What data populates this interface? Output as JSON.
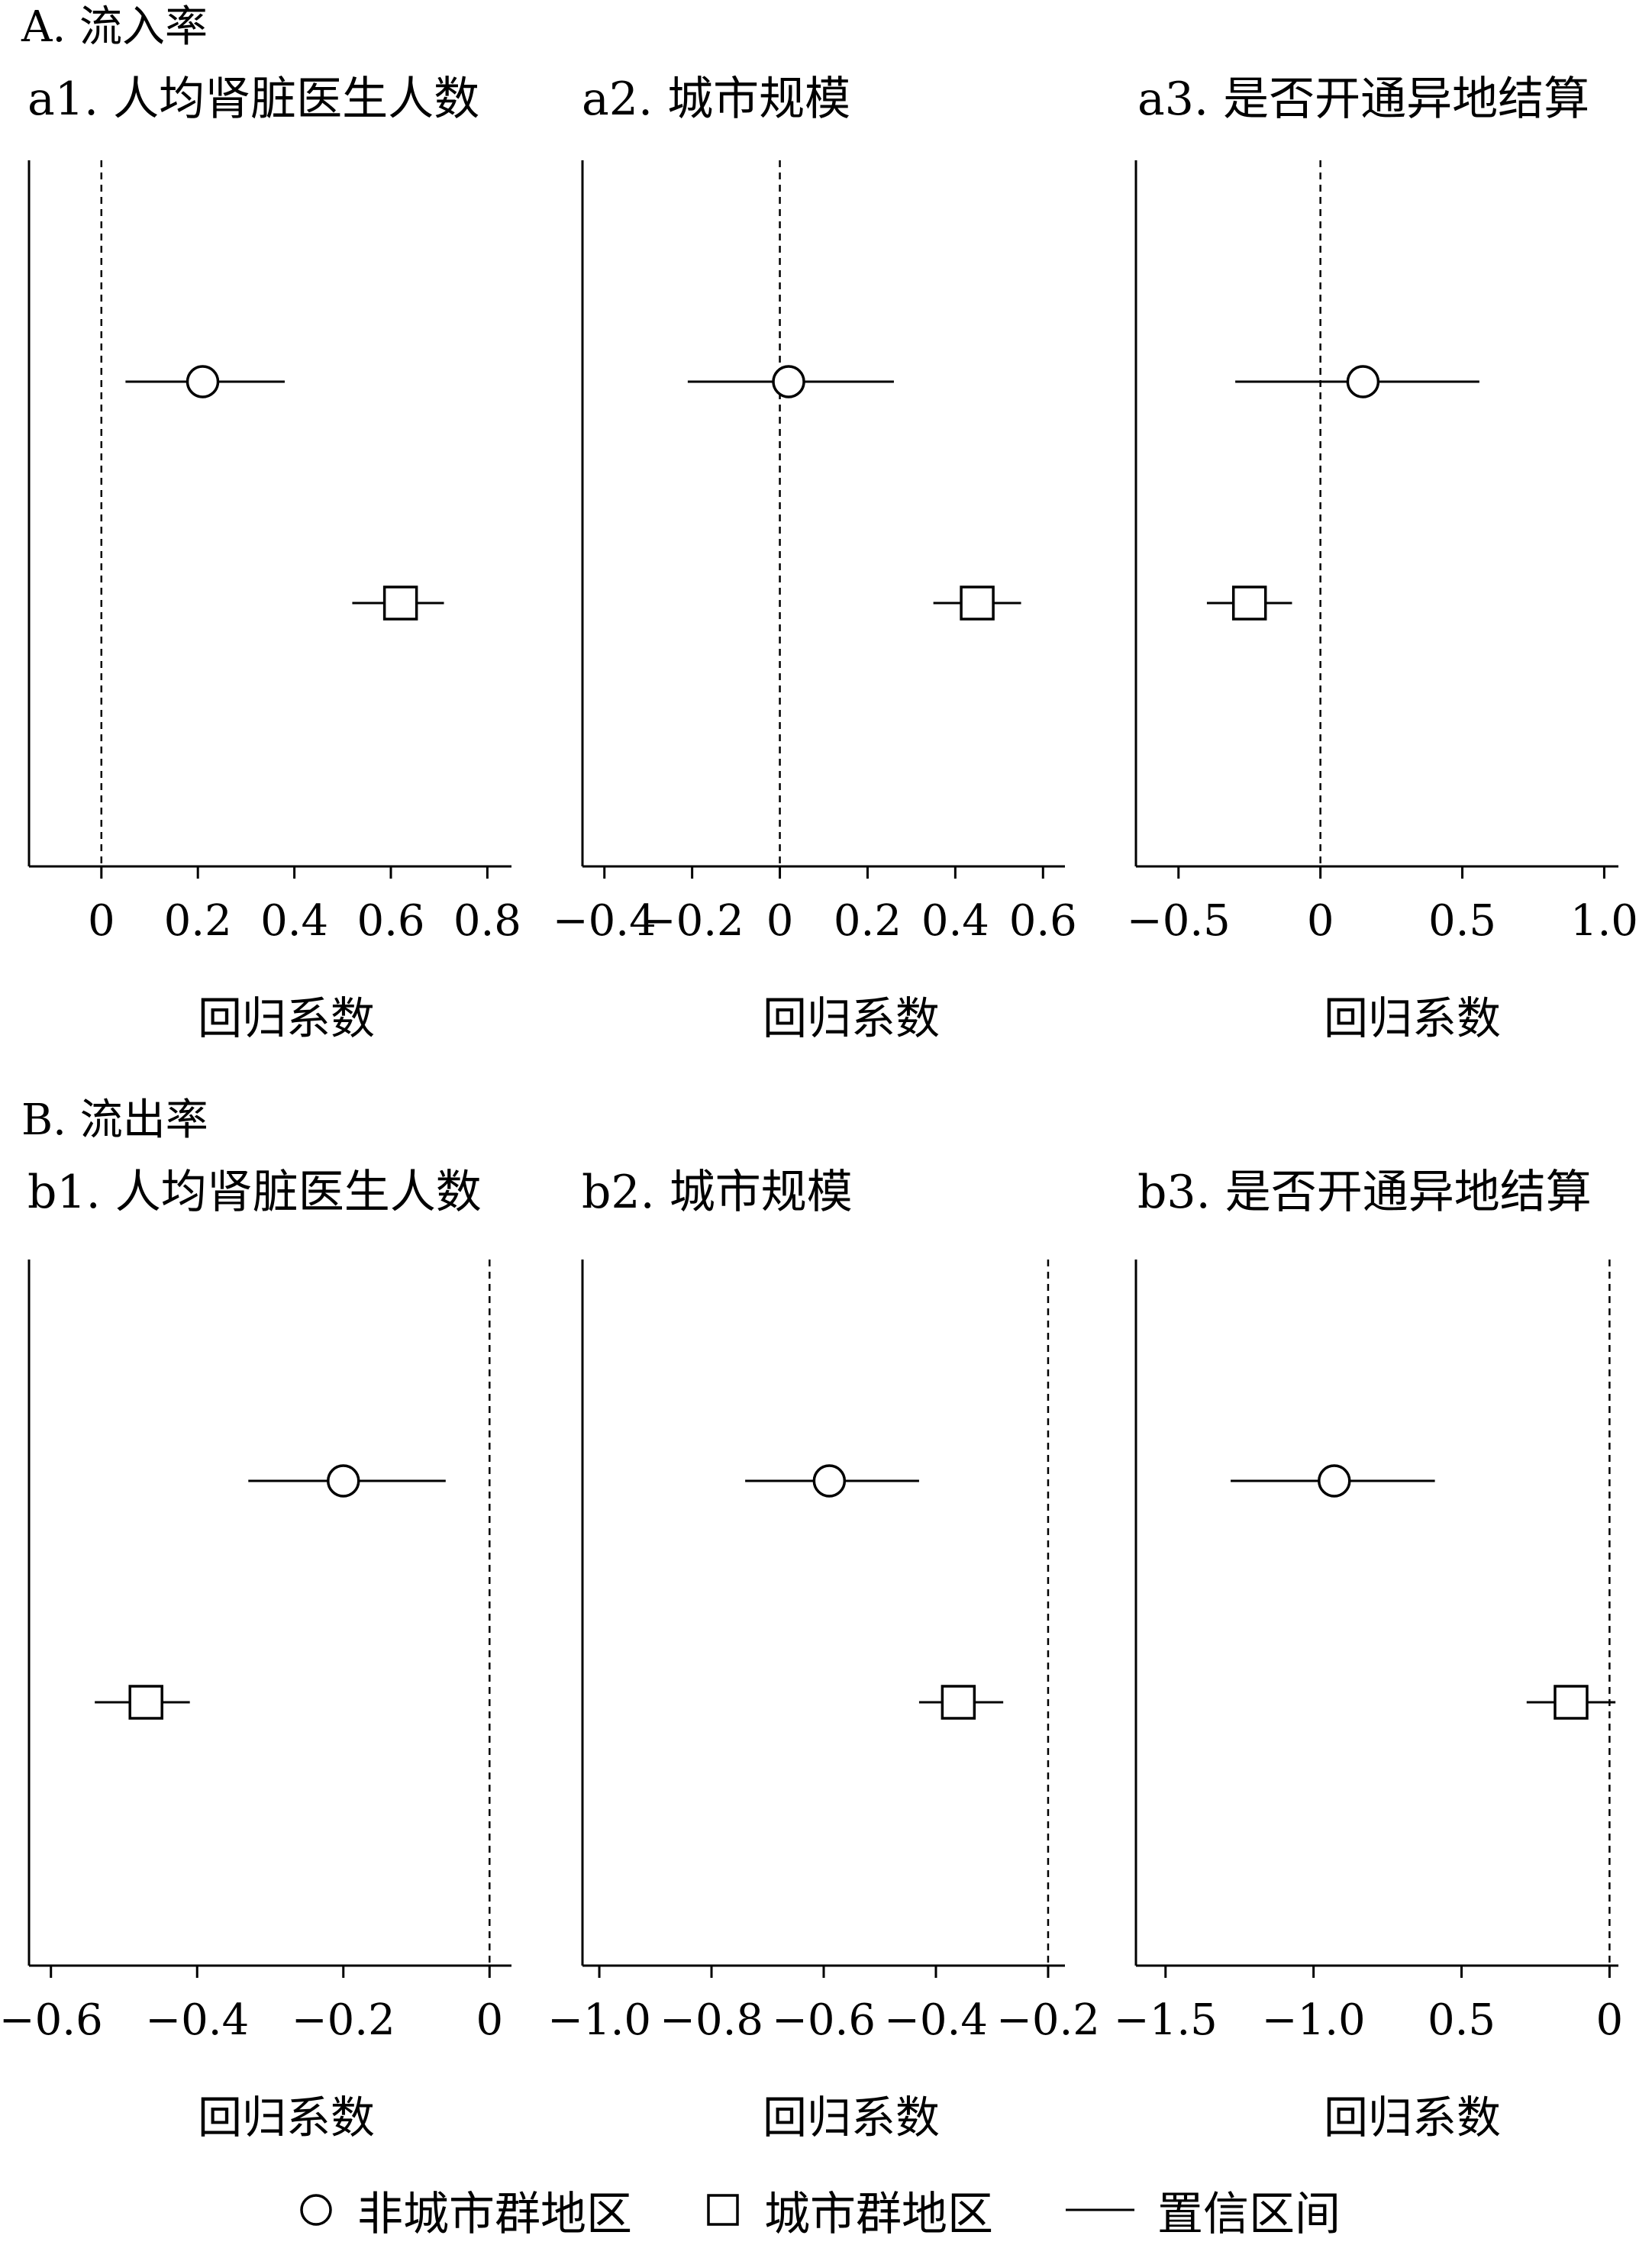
{
  "sections": [
    {
      "label": "A. 流入率"
    },
    {
      "label": "B. 流出率"
    }
  ],
  "legend": {
    "non_cluster": "非城市群地区",
    "cluster": "城市群地区",
    "ci": "置信区间"
  },
  "chart_data": [
    {
      "type": "scatter",
      "subtype": "coefficient-plot",
      "title": "a1. 人均肾脏医生人数",
      "xlabel": "回归系数",
      "xlim": [
        -0.15,
        0.85
      ],
      "ticks": [
        0,
        0.2,
        0.4,
        0.6,
        0.8
      ],
      "tick_labels": [
        "0",
        "0.2",
        "0.4",
        "0.6",
        "0.8"
      ],
      "reference_line": 0,
      "series": [
        {
          "name": "非城市群地区",
          "marker": "circle",
          "estimate": 0.21,
          "ci": [
            0.05,
            0.38
          ]
        },
        {
          "name": "城市群地区",
          "marker": "square",
          "estimate": 0.62,
          "ci": [
            0.52,
            0.71
          ]
        }
      ]
    },
    {
      "type": "scatter",
      "subtype": "coefficient-plot",
      "title": "a2. 城市规模",
      "xlabel": "回归系数",
      "xlim": [
        -0.45,
        0.65
      ],
      "ticks": [
        -0.4,
        -0.2,
        0,
        0.2,
        0.4,
        0.6
      ],
      "tick_labels": [
        "−0.4",
        "−0.2",
        "0",
        "0.2",
        "0.4",
        "0.6"
      ],
      "reference_line": 0,
      "series": [
        {
          "name": "非城市群地区",
          "marker": "circle",
          "estimate": 0.02,
          "ci": [
            -0.21,
            0.26
          ]
        },
        {
          "name": "城市群地区",
          "marker": "square",
          "estimate": 0.45,
          "ci": [
            0.35,
            0.55
          ]
        }
      ]
    },
    {
      "type": "scatter",
      "subtype": "coefficient-plot",
      "title": "a3. 是否开通异地结算",
      "xlabel": "回归系数",
      "xlim": [
        -0.65,
        1.05
      ],
      "ticks": [
        -0.5,
        0,
        0.5,
        1.0
      ],
      "tick_labels": [
        "−0.5",
        "0",
        "0.5",
        "1.0"
      ],
      "reference_line": 0,
      "series": [
        {
          "name": "非城市群地区",
          "marker": "circle",
          "estimate": 0.15,
          "ci": [
            -0.3,
            0.56
          ]
        },
        {
          "name": "城市群地区",
          "marker": "square",
          "estimate": -0.25,
          "ci": [
            -0.4,
            -0.1
          ]
        }
      ]
    },
    {
      "type": "scatter",
      "subtype": "coefficient-plot",
      "title": "b1. 人均肾脏医生人数",
      "xlabel": "回归系数",
      "xlim": [
        -0.63,
        0.03
      ],
      "ticks": [
        -0.6,
        -0.4,
        -0.2,
        0
      ],
      "tick_labels": [
        "−0.6",
        "−0.4",
        "−0.2",
        "0"
      ],
      "reference_line": 0,
      "series": [
        {
          "name": "非城市群地区",
          "marker": "circle",
          "estimate": -0.2,
          "ci": [
            -0.33,
            -0.06
          ]
        },
        {
          "name": "城市群地区",
          "marker": "square",
          "estimate": -0.47,
          "ci": [
            -0.54,
            -0.41
          ]
        }
      ]
    },
    {
      "type": "scatter",
      "subtype": "coefficient-plot",
      "title": "b2. 城市规模",
      "xlabel": "回归系数",
      "xlim": [
        -1.03,
        -0.17
      ],
      "ticks": [
        -1.0,
        -0.8,
        -0.6,
        -0.4,
        -0.2
      ],
      "tick_labels": [
        "−1.0",
        "−0.8",
        "−0.6",
        "−0.4",
        "−0.2"
      ],
      "reference_line": -0.2,
      "series": [
        {
          "name": "非城市群地区",
          "marker": "circle",
          "estimate": -0.59,
          "ci": [
            -0.74,
            -0.43
          ]
        },
        {
          "name": "城市群地区",
          "marker": "square",
          "estimate": -0.36,
          "ci": [
            -0.43,
            -0.28
          ]
        }
      ]
    },
    {
      "type": "scatter",
      "subtype": "coefficient-plot",
      "title": "b3. 是否开通异地结算",
      "xlabel": "回归系数",
      "xlim": [
        -1.6,
        0.03
      ],
      "ticks": [
        -1.5,
        -1.0,
        -0.5,
        0
      ],
      "tick_labels": [
        "−1.5",
        "−1.0",
        "0.5",
        "0"
      ],
      "reference_line": 0,
      "series": [
        {
          "name": "非城市群地区",
          "marker": "circle",
          "estimate": -0.93,
          "ci": [
            -1.28,
            -0.59
          ]
        },
        {
          "name": "城市群地区",
          "marker": "square",
          "estimate": -0.13,
          "ci": [
            -0.28,
            0.02
          ]
        }
      ]
    }
  ]
}
